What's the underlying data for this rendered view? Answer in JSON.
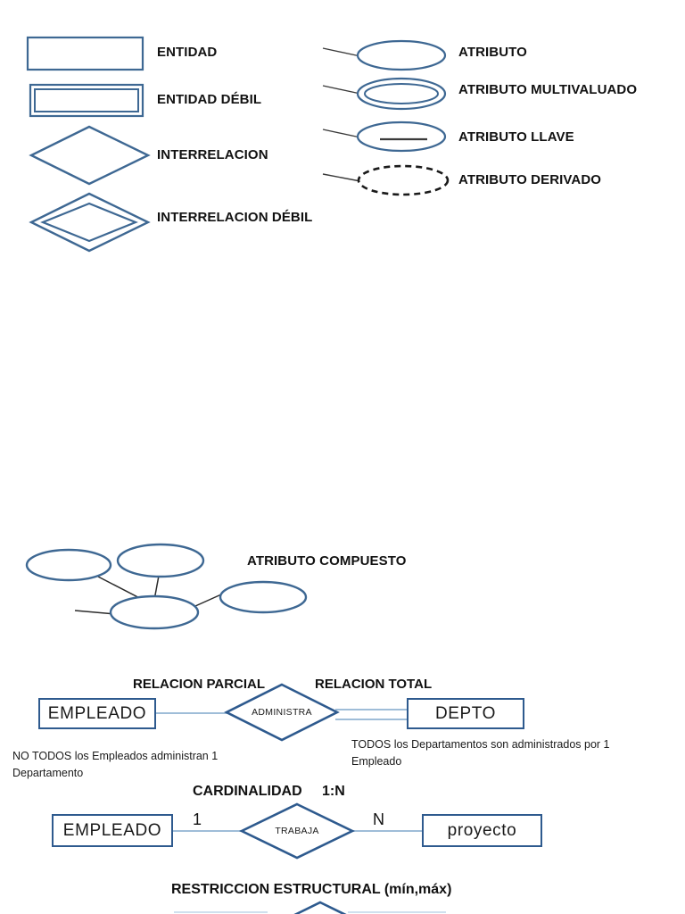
{
  "document": {
    "title": "Notación Diagrama Entidad-Relación",
    "accent_blue": "#3E6893",
    "line_blue": "#9FBDD8",
    "line_black": "#2b2b2b",
    "background": "#ffffff"
  },
  "legend": {
    "left_column": [
      {
        "key": "entidad",
        "label": "ENTIDAD",
        "shape": "rectangle"
      },
      {
        "key": "entidad-debil",
        "label": "ENTIDAD DÉBIL",
        "shape": "double-rectangle"
      },
      {
        "key": "interrelacion",
        "label": "INTERRELACION",
        "shape": "diamond"
      },
      {
        "key": "interrelacion-debil",
        "label": "INTERRELACION  DÉBIL",
        "shape": "double-diamond"
      }
    ],
    "right_column": [
      {
        "key": "atributo",
        "label": "ATRIBUTO",
        "shape": "ellipse"
      },
      {
        "key": "atributo-multivaluado",
        "label": "ATRIBUTO MULTIVALUADO",
        "shape": "double-ellipse"
      },
      {
        "key": "atributo-llave",
        "label": "ATRIBUTO LLAVE",
        "shape": "underlined-ellipse"
      },
      {
        "key": "atributo-derivado",
        "label": "ATRIBUTO DERIVADO",
        "shape": "dashed-ellipse"
      }
    ]
  },
  "composite": {
    "label": "ATRIBUTO COMPUESTO"
  },
  "participation": {
    "partial_label": "RELACION PARCIAL",
    "total_label": "RELACION TOTAL",
    "left_entity": "EMPLEADO",
    "relationship": "ADMINISTRA",
    "right_entity": "DEPTO",
    "partial_caption": "NO TODOS los Empleados administran 1 Departamento",
    "total_caption": "TODOS los Departamentos son administrados por 1 Empleado"
  },
  "cardinality": {
    "heading": "CARDINALIDAD",
    "ratio": "1:N",
    "left_entity": "EMPLEADO",
    "relationship": "TRABAJA",
    "right_entity": "proyecto",
    "left_mark": "1",
    "right_mark": "N"
  },
  "structural": {
    "heading": "RESTRICCION ESTRUCTURAL (mín,máx)"
  }
}
